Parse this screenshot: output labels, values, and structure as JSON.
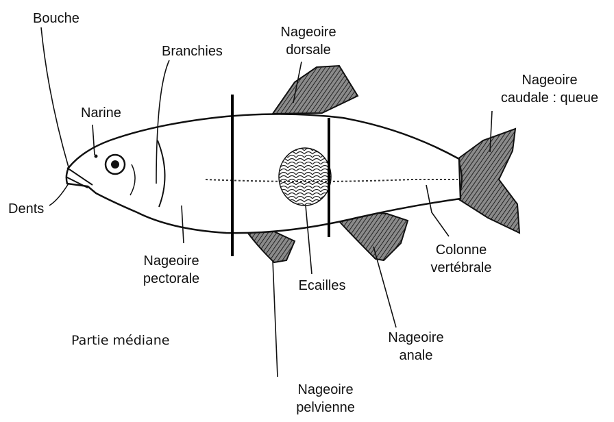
{
  "labels": {
    "bouche": "Bouche",
    "narine": "Narine",
    "dents": "Dents",
    "branchies": "Branchies",
    "nageoire_dorsale": [
      "Nageoire",
      "dorsale"
    ],
    "nageoire_caudale": [
      "Nageoire",
      "caudale : queue"
    ],
    "nageoire_pectorale": [
      "Nageoire",
      "pectorale"
    ],
    "nageoire_pelvienne": [
      "Nageoire",
      "pelvienne"
    ],
    "nageoire_anale": [
      "Nageoire",
      "anale"
    ],
    "ecailles": "Ecailles",
    "colonne_vertebrale": [
      "Colonne",
      "vertébrale"
    ],
    "partie_mediane": "Partie médiane"
  },
  "colors": {
    "ink": "#111111",
    "fin_fill": "#555555"
  }
}
